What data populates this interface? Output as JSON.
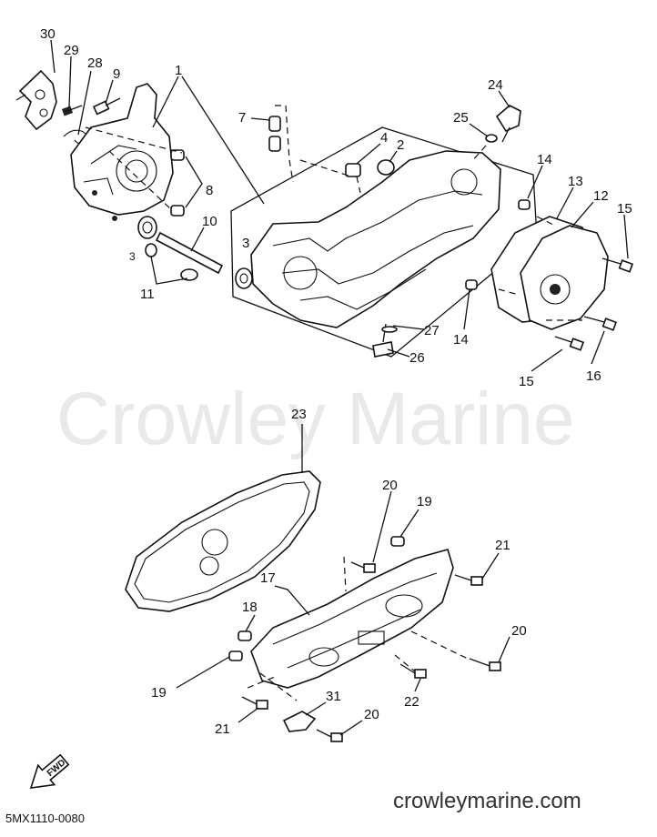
{
  "watermark": "Crowley Marine",
  "footer_url": "crowleymarine.com",
  "diagram_code": "5MX1110-0080",
  "fwd_label": "FWD",
  "callouts": [
    {
      "id": "c30",
      "text": "30"
    },
    {
      "id": "c29",
      "text": "29"
    },
    {
      "id": "c28",
      "text": "28"
    },
    {
      "id": "c9",
      "text": "9"
    },
    {
      "id": "c1",
      "text": "1"
    },
    {
      "id": "c7",
      "text": "7"
    },
    {
      "id": "c4",
      "text": "4"
    },
    {
      "id": "c2",
      "text": "2"
    },
    {
      "id": "c24",
      "text": "24"
    },
    {
      "id": "c25",
      "text": "25"
    },
    {
      "id": "c8",
      "text": "8"
    },
    {
      "id": "c10",
      "text": "10"
    },
    {
      "id": "c3a",
      "text": "3"
    },
    {
      "id": "c3b",
      "text": "3"
    },
    {
      "id": "c11",
      "text": "11"
    },
    {
      "id": "c14a",
      "text": "14"
    },
    {
      "id": "c13",
      "text": "13"
    },
    {
      "id": "c12",
      "text": "12"
    },
    {
      "id": "c15a",
      "text": "15"
    },
    {
      "id": "c27",
      "text": "27"
    },
    {
      "id": "c26",
      "text": "26"
    },
    {
      "id": "c14b",
      "text": "14"
    },
    {
      "id": "c15b",
      "text": "15"
    },
    {
      "id": "c16",
      "text": "16"
    },
    {
      "id": "c23",
      "text": "23"
    },
    {
      "id": "c20a",
      "text": "20"
    },
    {
      "id": "c19a",
      "text": "19"
    },
    {
      "id": "c21a",
      "text": "21"
    },
    {
      "id": "c17",
      "text": "17"
    },
    {
      "id": "c18",
      "text": "18"
    },
    {
      "id": "c20b",
      "text": "20"
    },
    {
      "id": "c19b",
      "text": "19"
    },
    {
      "id": "c22",
      "text": "22"
    },
    {
      "id": "c31",
      "text": "31"
    },
    {
      "id": "c21b",
      "text": "21"
    },
    {
      "id": "c20c",
      "text": "20"
    }
  ]
}
